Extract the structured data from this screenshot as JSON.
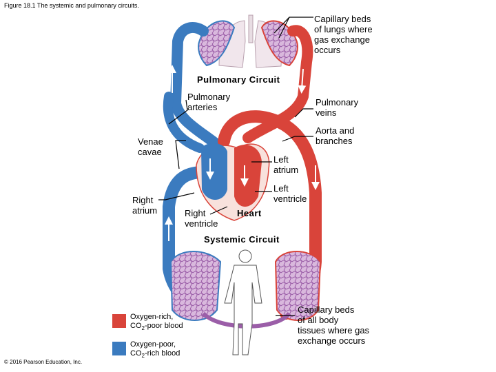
{
  "caption": "Figure 18.1 The systemic and pulmonary circuits.",
  "copyright": "© 2016 Pearson Education, Inc.",
  "colors": {
    "oxygen_rich": "#d9443a",
    "oxygen_poor": "#3b7bbf",
    "capillary": "#b07bb6"
  },
  "labels": {
    "lung_capillaries": "Capillary beds\nof lungs where\ngas exchange\noccurs",
    "pulmonary_circuit": "Pulmonary Circuit",
    "pulmonary_arteries": "Pulmonary\narteries",
    "pulmonary_veins": "Pulmonary\nveins",
    "aorta": "Aorta and\nbranches",
    "venae_cavae": "Venae\ncavae",
    "left_atrium": "Left\natrium",
    "left_ventricle": "Left\nventricle",
    "right_atrium": "Right\natrium",
    "right_ventricle": "Right\nventricle",
    "heart": "Heart",
    "systemic_circuit": "Systemic Circuit",
    "body_capillaries": "Capillary beds\nof all body\ntissues where gas\nexchange occurs"
  },
  "legend": {
    "rich_line1": "Oxygen-rich,",
    "rich_line2a": "CO",
    "rich_sub": "2",
    "rich_line2b": "-poor blood",
    "poor_line1": "Oxygen-poor,",
    "poor_line2a": "CO",
    "poor_sub": "2",
    "poor_line2b": "-rich blood"
  }
}
